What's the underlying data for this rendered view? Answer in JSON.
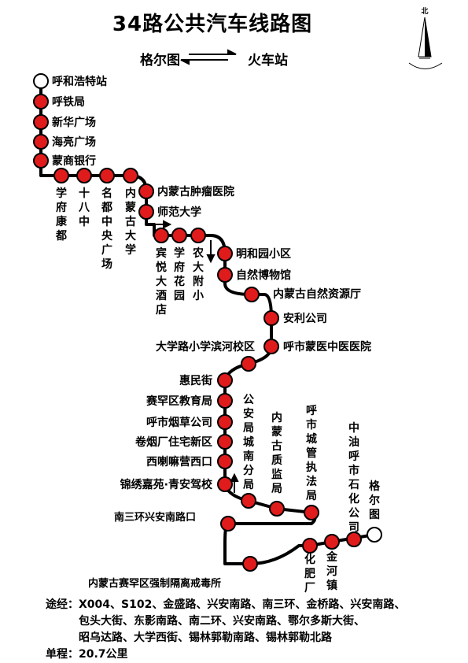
{
  "title": "34路公共汽车线路图",
  "terminals": {
    "from": "格尔图",
    "to": "火车站"
  },
  "compass_label": "北",
  "stops": [
    "呼和浩特站",
    "呼铁局",
    "新华广场",
    "海亮广场",
    "蒙商银行",
    "学府康都",
    "十八中",
    "名都·中央广场",
    "内蒙古大学",
    "内蒙古肿瘤医院",
    "师范大学",
    "宾悦大酒店",
    "学府花园",
    "农大附小",
    "明和园小区",
    "自然博物馆",
    "内蒙古自然资源厅",
    "安利公司",
    "呼市蒙医中医医院",
    "大学路小学滨河校区",
    "惠民街",
    "赛罕区教育局",
    "呼市烟草公司",
    "卷烟厂住宅新区",
    "西喇嘛营西口",
    "锦绣嘉苑·青安驾校",
    "公安局城南分局",
    "内蒙古质监局",
    "呼市城管执法局",
    "南三环兴安南路口",
    "内蒙古赛罕区强制隔离戒毒所",
    "化肥厂",
    "金河镇",
    "中油呼市石化公司",
    "格尔图"
  ],
  "route_label": "途经：",
  "route_lines": [
    "X004、S102、金盛路、兴安南路、南三环、金桥路、兴安南路、",
    "包头大街、东影南路、南二环、兴安南路、鄂尔多斯大街、",
    "昭乌达路、大学西街、锡林郭勒南路、锡林郭勒北路"
  ],
  "distance_label": "单程：",
  "distance_value": "20.7公里",
  "colors": {
    "stop": "#e01b1b",
    "line": "#000000"
  }
}
